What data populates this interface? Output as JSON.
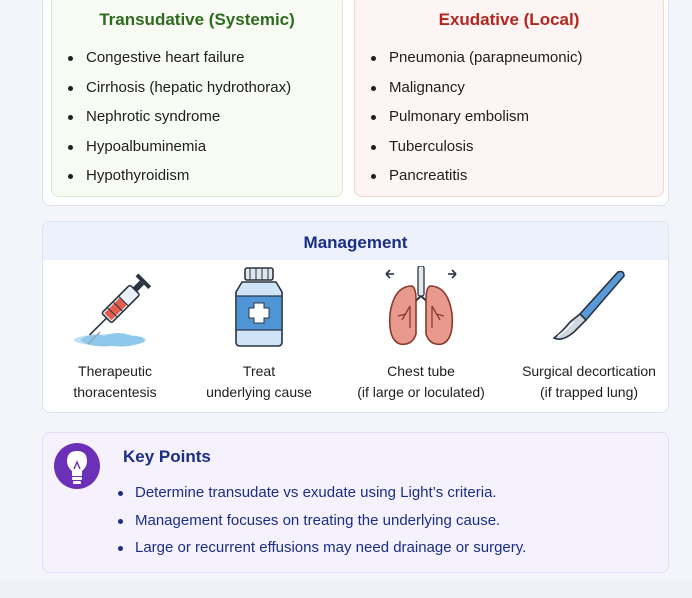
{
  "causes": {
    "transudative": {
      "title": "Transudative (Systemic)",
      "items": [
        "Congestive heart failure",
        "Cirrhosis (hepatic hydrothorax)",
        "Nephrotic syndrome",
        "Hypoalbuminemia",
        "Hypothyroidism"
      ]
    },
    "exudative": {
      "title": "Exudative (Local)",
      "items": [
        "Pneumonia (parapneumonic)",
        "Malignancy",
        "Pulmonary embolism",
        "Tuberculosis",
        "Pancreatitis"
      ]
    }
  },
  "management": {
    "title": "Management",
    "items": [
      {
        "icon": "syringe-icon",
        "line1": "Therapeutic",
        "line2": "thoracentesis"
      },
      {
        "icon": "medicine-bottle-icon",
        "line1": "Treat",
        "line2": "underlying cause"
      },
      {
        "icon": "lungs-icon",
        "line1": "Chest tube",
        "line2": "(if large or loculated)"
      },
      {
        "icon": "scalpel-icon",
        "line1": "Surgical decortication",
        "line2": "(if trapped lung)"
      }
    ]
  },
  "key_points": {
    "title": "Key Points",
    "icon": "lightbulb-icon",
    "items": [
      "Determine transudate vs exudate using Light’s criteria.",
      "Management focuses on treating the underlying cause.",
      "Large or recurrent effusions may need drainage or surgery."
    ]
  },
  "colors": {
    "transudative_title": "#2f6b1f",
    "exudative_title": "#b3261e",
    "heading_blue": "#1a2e86",
    "bulb_purple": "#6b2fb8"
  }
}
